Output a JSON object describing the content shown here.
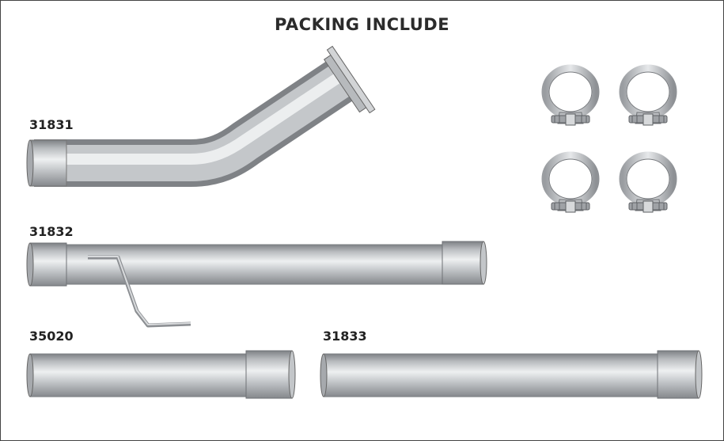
{
  "title": "PACKING INCLUDE",
  "parts": [
    {
      "id": "part-31831",
      "label": "31831"
    },
    {
      "id": "part-31832",
      "label": "31832"
    },
    {
      "id": "part-35020",
      "label": "35020"
    },
    {
      "id": "part-31833",
      "label": "31833"
    }
  ],
  "clamps": {
    "count": 4,
    "icon": "band-clamp-icon"
  },
  "colors": {
    "metal_dark": "#8a8d90",
    "metal_light": "#e4e6e8",
    "border": "#444444",
    "text": "#222222"
  }
}
